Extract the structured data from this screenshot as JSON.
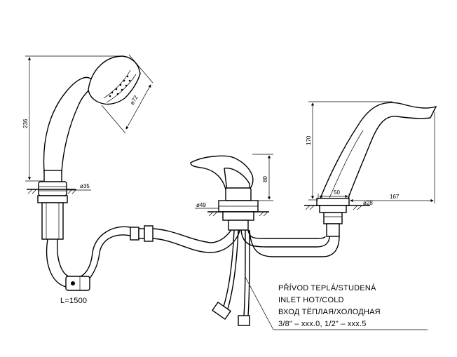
{
  "dimensions": {
    "handshower_height": "236",
    "handshower_head_diameter": "ø72",
    "handshower_base_diameter": "ø35",
    "mixer_base_diameter": "ø49",
    "mixer_height": "80",
    "spout_height": "170",
    "spout_offset": "50",
    "spout_reach": "167",
    "spout_base_diameter": "ø28",
    "hose_length": "L=1500"
  },
  "inlet_note": {
    "line1": "PŘÍVOD TEPLÁ/STUDENÁ",
    "line2": "INLET HOT/COLD",
    "line3": "ВХОД ТЁПЛАЯ/ХОЛОДНАЯ",
    "line4": "3/8\" – xxx.0, 1/2\" – xxx.5"
  }
}
